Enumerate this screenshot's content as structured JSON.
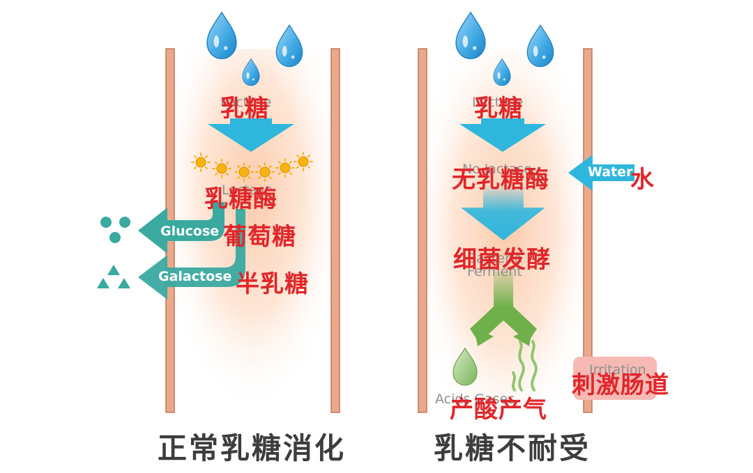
{
  "left_panel": {
    "caption": "正常乳糖消化",
    "lactose_en": "Lactose",
    "lactose_cn": "乳糖",
    "lactase_en": "Lactase",
    "lactase_cn": "乳糖酶",
    "glucose_en": "Glucose",
    "glucose_cn": "葡萄糖",
    "galactose_en": "Galactose",
    "galactose_cn": "半乳糖"
  },
  "right_panel": {
    "caption": "乳糖不耐受",
    "lactose_en": "Lactose",
    "lactose_cn": "乳糖",
    "no_lactase_en": "No lactase",
    "no_lactase_cn": "无乳糖酶",
    "water_en": "Water",
    "water_cn": "水",
    "ferment_en": "Bacteria Ferment",
    "ferment_cn": "细菌发酵",
    "acids_gases_en": "Acids Gases",
    "acids_gases_cn": "产酸产气",
    "irritation_en": "Irritation",
    "irritation_cn": "刺激肠道"
  },
  "colors": {
    "wall": "#e9a98a",
    "wall_stroke": "#c0775a",
    "lumen_glow": "#fbcdb0",
    "cyan_arrow": "#2fb6dc",
    "teal_arrow": "#3aa9a0",
    "green_arrow": "#6fb04b",
    "drop": "#4aaee3",
    "sun": "#f6b40e",
    "red_text": "#e0262a"
  },
  "icons": [
    "water-drop-icon",
    "sun-enzyme-icon",
    "dot-cluster-icon",
    "triangle-cluster-icon",
    "gas-wave-icon"
  ]
}
